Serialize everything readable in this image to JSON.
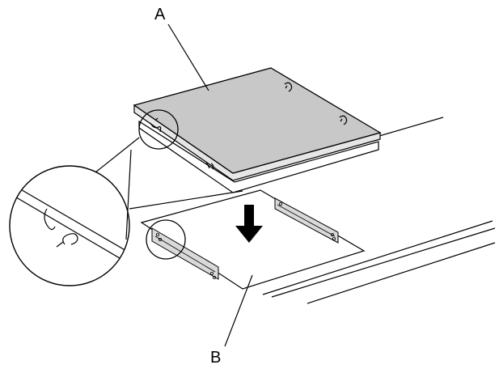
{
  "labels": {
    "a": "A",
    "b": "B"
  },
  "colors": {
    "hob_top": "#c8c8c8",
    "hob_edge": "#e6e6e6",
    "bracket_fill": "#d9d9d9",
    "line": "#000000",
    "background": "#ffffff"
  },
  "parts": {
    "hob": "ceramic-hob",
    "cutout": "worktop-cutout",
    "arrow": "down-arrow-icon",
    "detail": "magnified-detail-circle"
  }
}
